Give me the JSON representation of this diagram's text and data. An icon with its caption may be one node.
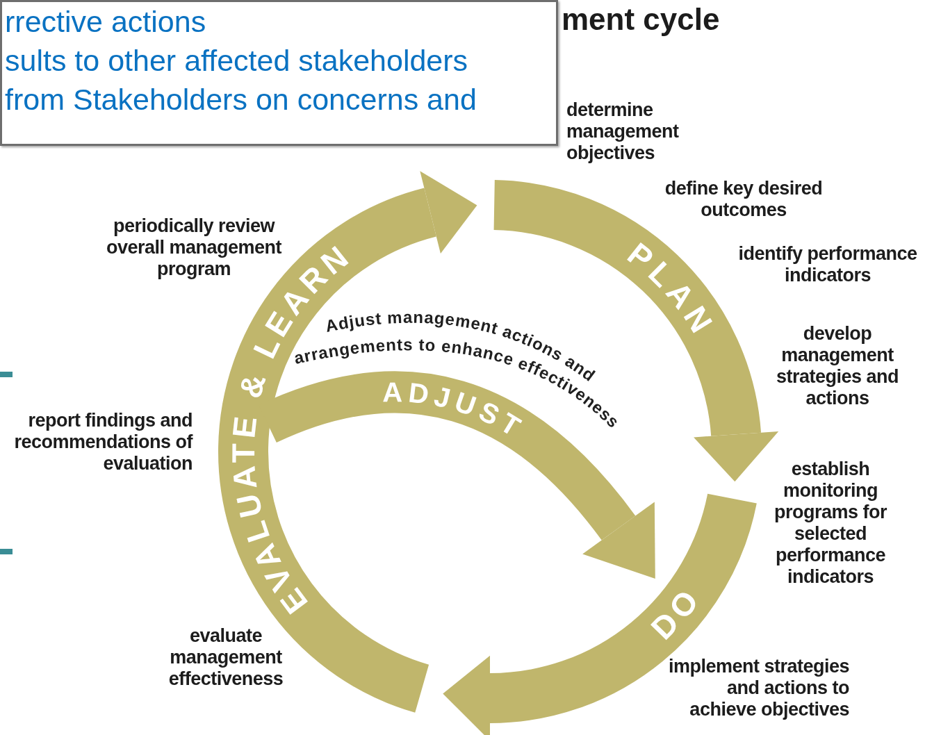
{
  "diagram": {
    "title": "ment cycle",
    "nodes": [
      {
        "text": [
          "rrective actions",
          "sults to other affected stakeholders",
          "from Stakeholders on concerns and"
        ]
      }
    ],
    "labels": [
      "determine management objectives",
      "define key desired outcomes",
      "identify performance indicators",
      "develop management strategies and actions",
      "establish monitoring programs for selected performance indicators",
      "implement strategies and actions to achieve objectives",
      "evaluate management effectiveness",
      "report findings and recommendations of evaluation",
      "periodically review overall management program",
      "PLAN",
      "DO",
      "EVALUATE & LEARN",
      "ADJUST",
      "Adjust management actions and arrangements to enhance effectiveness"
    ]
  }
}
